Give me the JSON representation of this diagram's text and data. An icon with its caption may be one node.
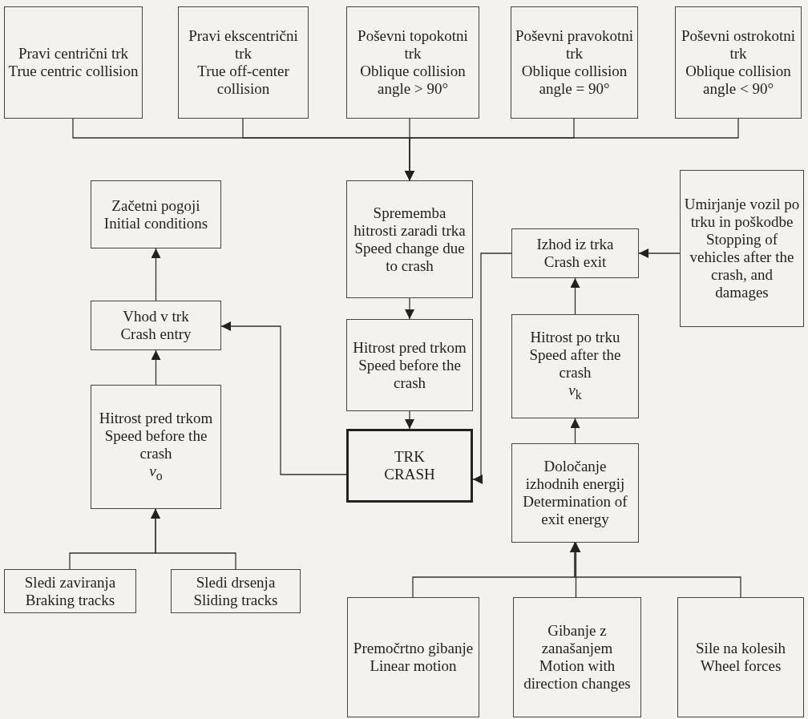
{
  "diagram": {
    "nodes": [
      {
        "text": [
          "Pravi centrični trk",
          "True centric collision"
        ]
      },
      {
        "text": [
          "Pravi ekscentrični trk",
          "True off-center collision"
        ]
      },
      {
        "text": [
          "Poševni topokotni trk",
          "Oblique collision angle > 90°"
        ]
      },
      {
        "text": [
          "Poševni pravokotni trk",
          "Oblique collision angle = 90°"
        ]
      },
      {
        "text": [
          "Poševni ostrokotni trk",
          "Oblique collision angle < 90°"
        ]
      },
      {
        "text": [
          "Začetni pogoji",
          "Initial conditions"
        ]
      },
      {
        "text": [
          "Umirjanje vozil po trku in poškodbe",
          "Stopping of vehicles after the crash, and damages"
        ]
      },
      {
        "text": [
          "Sprememba hitrosti zaradi trka",
          "Speed change due to crash"
        ]
      },
      {
        "text": [
          "Izhod iz trka",
          "Crash exit"
        ]
      },
      {
        "text": [
          "Vhod v trk",
          "Crash entry"
        ]
      },
      {
        "text": [
          "Hitrost pred trkom",
          "Speed before the crash"
        ]
      },
      {
        "text": [
          "Hitrost po trku",
          "Speed after the crash",
          "*v*$_{k}$"
        ]
      },
      {
        "text": [
          "Hitrost pred trkom",
          "Speed before the crash",
          "*v*$_{o}$"
        ]
      },
      {
        "text": [
          "TRK",
          "CRASH"
        ]
      },
      {
        "text": [
          "Določanje izhodnih energij",
          "Determination of exit energy"
        ]
      },
      {
        "text": [
          "Sledi zaviranja",
          "Braking tracks"
        ]
      },
      {
        "text": [
          "Sledi drsenja",
          "Sliding tracks"
        ]
      },
      {
        "text": [
          "Premočrtno gibanje",
          "Linear motion"
        ]
      },
      {
        "text": [
          "Gibanje z zanašanjem",
          "Motion with direction changes"
        ]
      },
      {
        "text": [
          "Sile na kolesih",
          "Wheel forces"
        ]
      }
    ],
    "edges": [
      {
        "from": 0,
        "to": 7,
        "arrow": "to"
      },
      {
        "from": 1,
        "to": 7,
        "arrow": "to"
      },
      {
        "from": 2,
        "to": 7,
        "arrow": "to"
      },
      {
        "from": 3,
        "to": 7,
        "arrow": "to"
      },
      {
        "from": 4,
        "to": 7,
        "arrow": "to"
      },
      {
        "from": 7,
        "to": 10,
        "arrow": "to"
      },
      {
        "from": 10,
        "to": 13,
        "arrow": "to"
      },
      {
        "from": 13,
        "to": 9,
        "arrow": "to"
      },
      {
        "from": 8,
        "to": 13,
        "arrow": "to"
      },
      {
        "from": 6,
        "to": 8,
        "arrow": "to"
      },
      {
        "from": 11,
        "to": 8,
        "arrow": "to"
      },
      {
        "from": 14,
        "to": 11,
        "arrow": "to"
      },
      {
        "from": 17,
        "to": 14,
        "arrow": "to"
      },
      {
        "from": 18,
        "to": 14,
        "arrow": "to"
      },
      {
        "from": 19,
        "to": 14,
        "arrow": "to"
      },
      {
        "from": 12,
        "to": 9,
        "arrow": "to"
      },
      {
        "from": 9,
        "to": 5,
        "arrow": "to"
      },
      {
        "from": 15,
        "to": 12,
        "arrow": "to"
      },
      {
        "from": 16,
        "to": 12,
        "arrow": "to"
      }
    ]
  }
}
